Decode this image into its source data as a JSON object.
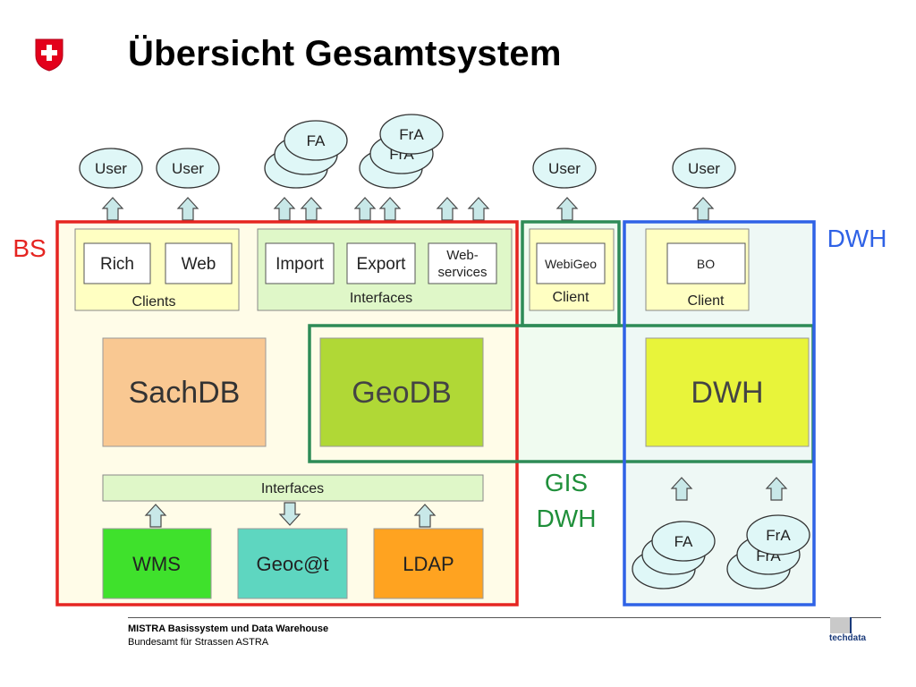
{
  "title": "Übersicht Gesamtsystem",
  "regions": {
    "bs": "BS",
    "dwh": "DWH",
    "gis_line1": "GIS",
    "gis_line2": "DWH"
  },
  "users": [
    "User",
    "User",
    "User",
    "User"
  ],
  "user_groups": {
    "fa": "FA",
    "fra": "FrA"
  },
  "bs": {
    "clients": {
      "caption": "Clients",
      "rich": "Rich",
      "web": "Web"
    },
    "interfaces_top": {
      "caption": "Interfaces",
      "import": "Import",
      "export": "Export",
      "webservices_1": "Web-",
      "webservices_2": "services"
    },
    "sachdb": "SachDB",
    "interfaces_bottom": "Interfaces",
    "wms": "WMS",
    "geocat": "Geoc@t",
    "ldap": "LDAP"
  },
  "gis": {
    "geodb": "GeoDB",
    "webigeo": "WebiGeo",
    "client": "Client"
  },
  "dwh": {
    "bo": "BO",
    "client": "Client",
    "dwh_box": "DWH"
  },
  "footer": {
    "line1": "MISTRA Basissystem und Data Warehouse",
    "line2": "Bundesamt für Strassen ASTRA",
    "logo_text": "techdata"
  },
  "colors": {
    "bs_frame": "#e52521",
    "gis_frame": "#2e8b57",
    "dwh_frame": "#2f62e6",
    "bs_fill": "#fffce8",
    "sachdb": "#f9c892",
    "geodb": "#b0d836",
    "dwh_box": "#e8f43a",
    "wms": "#3fe12c",
    "geocat": "#5ed6c0",
    "ldap": "#ffa320",
    "user_ellipse": "#dff7f7"
  }
}
